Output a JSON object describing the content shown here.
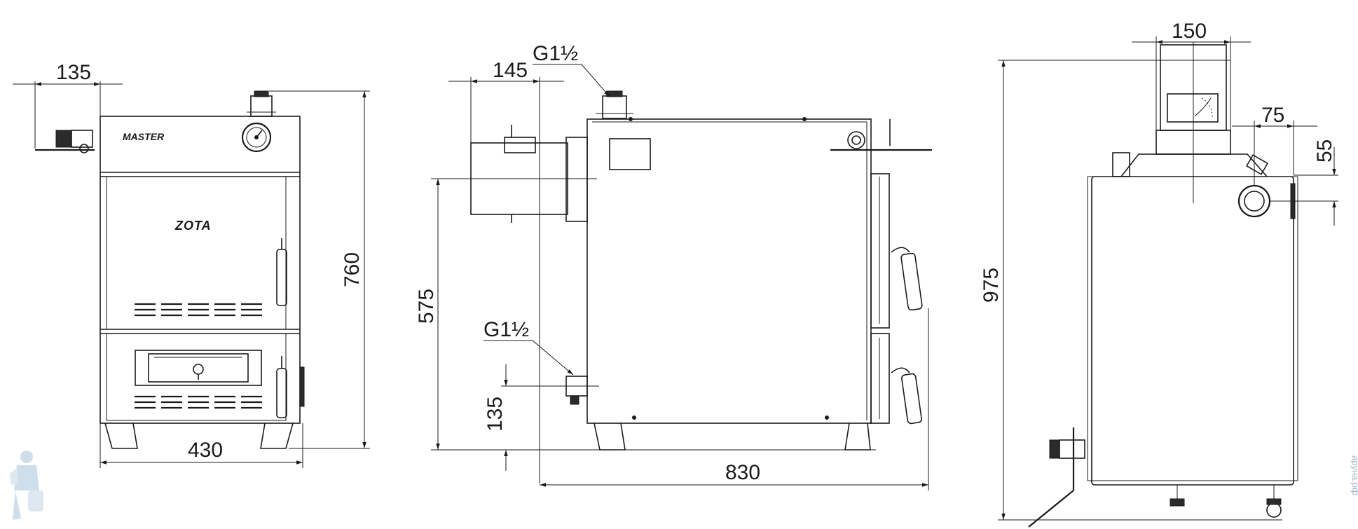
{
  "brand": {
    "model": "MASTER",
    "maker": "ZOTA"
  },
  "dimensions": {
    "front_pipe_offset": "135",
    "front_height": "760",
    "front_width": "430",
    "side_flue_offset": "145",
    "side_top_connection": "G1½",
    "side_bottom_connection": "G1½",
    "side_flue_height": "575",
    "side_bottom_height": "135",
    "side_depth": "830",
    "rear_flue_width": "150",
    "rear_pipe_offset": "75",
    "rear_pipe_height": "55",
    "rear_total_height": "975"
  },
  "watermark": "аруна.рф",
  "colors": {
    "line": "#1a1a1a",
    "watermark": "#9fb4c8"
  }
}
